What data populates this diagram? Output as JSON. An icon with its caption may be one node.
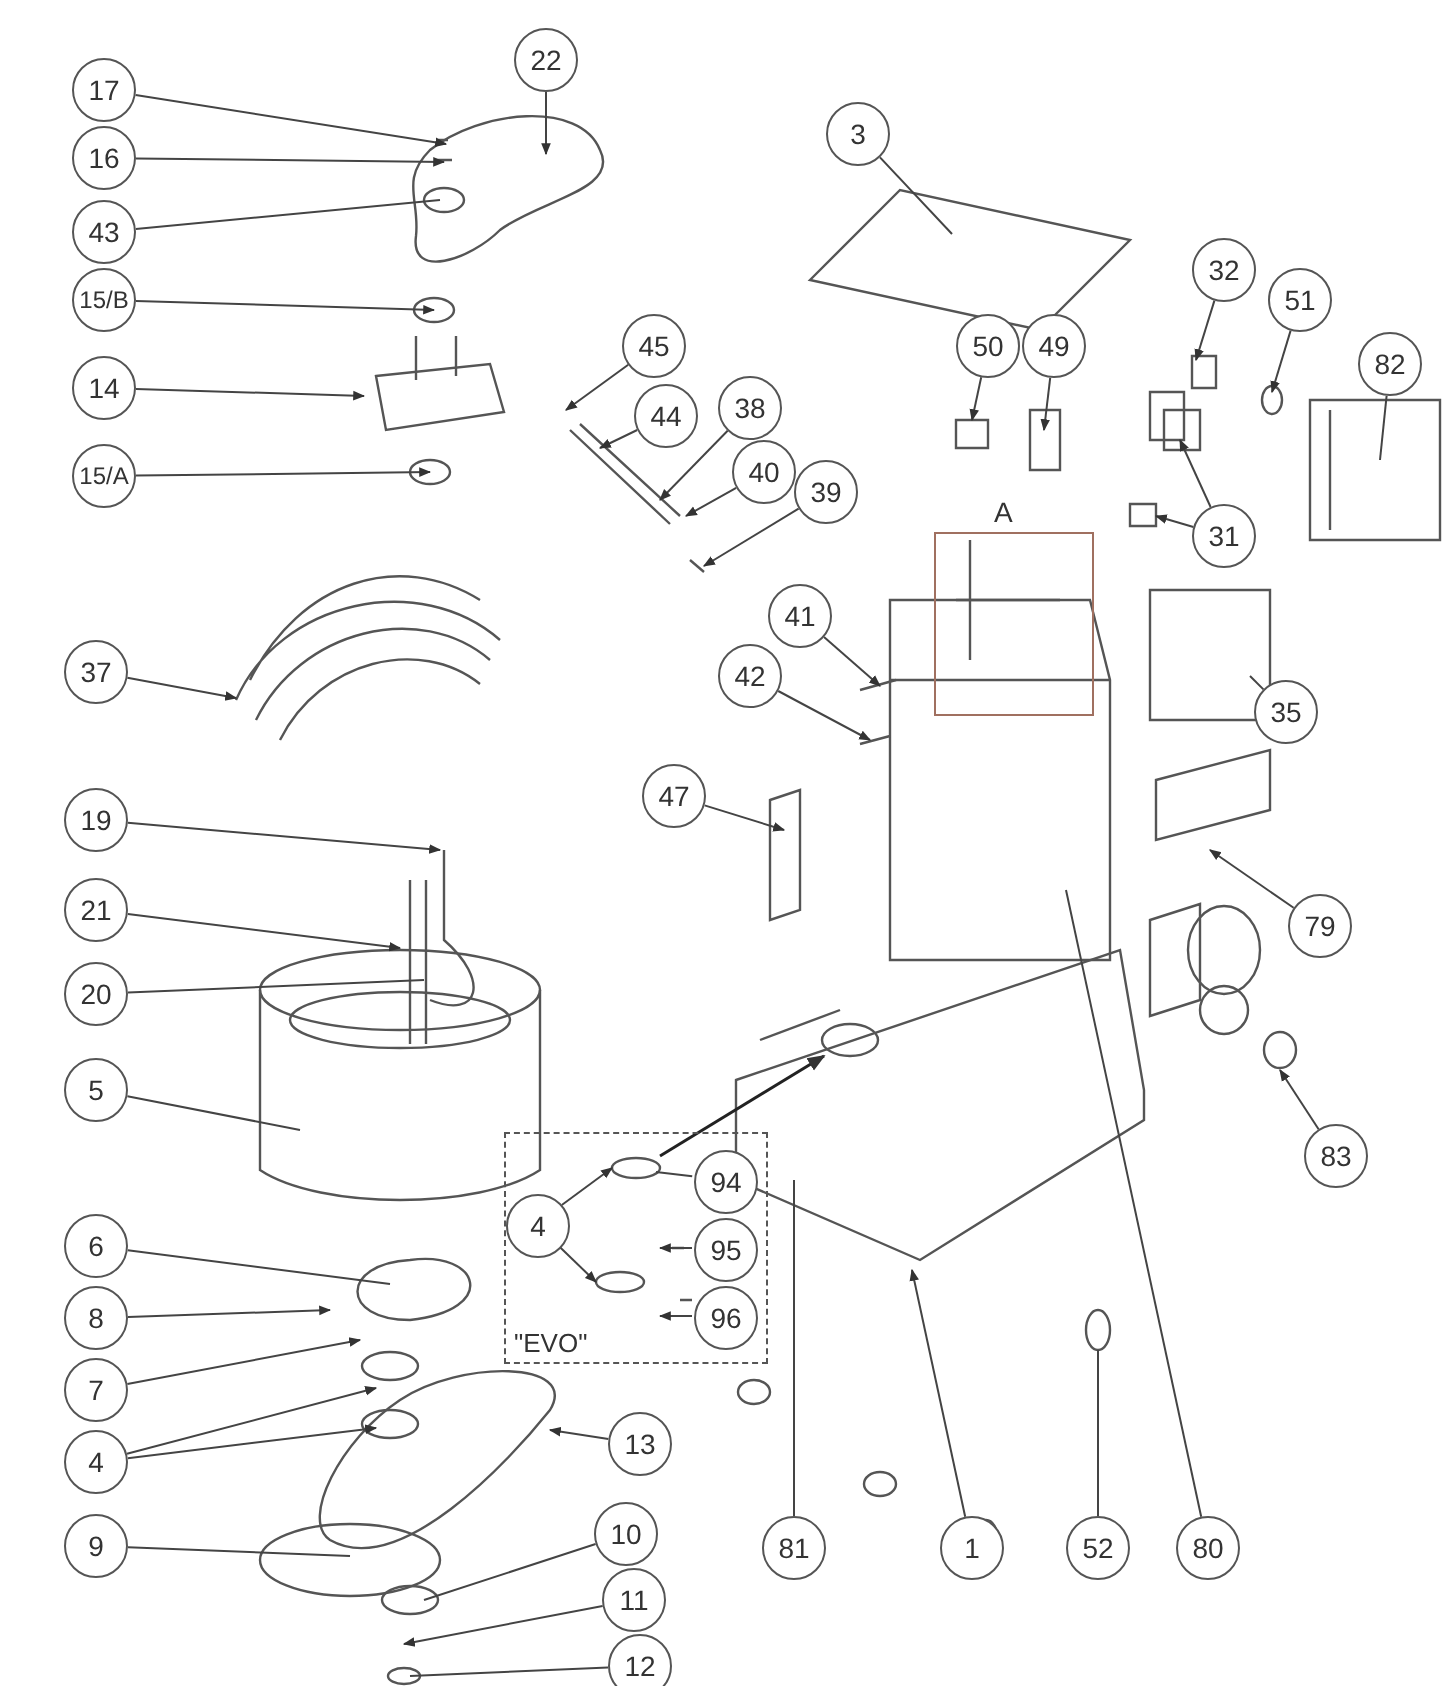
{
  "diagram": {
    "nodes": [
      {
        "text": [
          "17"
        ]
      },
      {
        "text": [
          "16"
        ]
      },
      {
        "text": [
          "43"
        ]
      },
      {
        "text": [
          "22"
        ]
      },
      {
        "text": [
          "15/B"
        ]
      },
      {
        "text": [
          "14"
        ]
      },
      {
        "text": [
          "15/A"
        ]
      },
      {
        "text": [
          "45"
        ]
      },
      {
        "text": [
          "44"
        ]
      },
      {
        "text": [
          "38"
        ]
      },
      {
        "text": [
          "40"
        ]
      },
      {
        "text": [
          "39"
        ]
      },
      {
        "text": [
          "3"
        ]
      },
      {
        "text": [
          "50"
        ]
      },
      {
        "text": [
          "49"
        ]
      },
      {
        "text": [
          "A"
        ]
      },
      {
        "text": [
          "32"
        ]
      },
      {
        "text": [
          "51"
        ]
      },
      {
        "text": [
          "82"
        ]
      },
      {
        "text": [
          "31"
        ]
      },
      {
        "text": [
          "35"
        ]
      },
      {
        "text": [
          "37"
        ]
      },
      {
        "text": [
          "41"
        ]
      },
      {
        "text": [
          "42"
        ]
      },
      {
        "text": [
          "47"
        ]
      },
      {
        "text": [
          "19"
        ]
      },
      {
        "text": [
          "21"
        ]
      },
      {
        "text": [
          "20"
        ]
      },
      {
        "text": [
          "5"
        ]
      },
      {
        "text": [
          "79"
        ]
      },
      {
        "text": [
          "83"
        ]
      },
      {
        "text": [
          "80"
        ]
      },
      {
        "text": [
          "\"EVO\""
        ]
      },
      {
        "text": [
          "4"
        ],
        "in": 32
      },
      {
        "text": [
          "94"
        ],
        "in": 32
      },
      {
        "text": [
          "95"
        ],
        "in": 32
      },
      {
        "text": [
          "96"
        ],
        "in": 32
      },
      {
        "text": [
          "6"
        ]
      },
      {
        "text": [
          "8"
        ]
      },
      {
        "text": [
          "7"
        ]
      },
      {
        "text": [
          "4"
        ]
      },
      {
        "text": [
          "13"
        ]
      },
      {
        "text": [
          "9"
        ]
      },
      {
        "text": [
          "10"
        ]
      },
      {
        "text": [
          "11"
        ]
      },
      {
        "text": [
          "12"
        ]
      },
      {
        "text": [
          "81"
        ]
      },
      {
        "text": [
          "1"
        ]
      },
      {
        "text": [
          "52"
        ]
      }
    ],
    "edges": [
      {
        "from": 0,
        "to": null,
        "arrow": "to"
      },
      {
        "from": 1,
        "to": null,
        "arrow": "to"
      },
      {
        "from": 2,
        "to": null,
        "arrow": "none"
      },
      {
        "from": 3,
        "to": null,
        "arrow": "to"
      },
      {
        "from": 4,
        "to": null,
        "arrow": "to"
      },
      {
        "from": 5,
        "to": null,
        "arrow": "to"
      },
      {
        "from": 6,
        "to": null,
        "arrow": "to"
      },
      {
        "from": 7,
        "to": null,
        "arrow": "to"
      },
      {
        "from": 8,
        "to": null,
        "arrow": "to"
      },
      {
        "from": 9,
        "to": null,
        "arrow": "to"
      },
      {
        "from": 10,
        "to": null,
        "arrow": "to"
      },
      {
        "from": 11,
        "to": null,
        "arrow": "to"
      },
      {
        "from": 12,
        "to": null,
        "arrow": "none"
      },
      {
        "from": 13,
        "to": null,
        "arrow": "to"
      },
      {
        "from": 14,
        "to": null,
        "arrow": "to"
      },
      {
        "from": 16,
        "to": null,
        "arrow": "to"
      },
      {
        "from": 17,
        "to": null,
        "arrow": "to"
      },
      {
        "from": 18,
        "to": null,
        "arrow": "none"
      },
      {
        "from": 19,
        "to": null,
        "arrow": "to"
      },
      {
        "from": 19,
        "to": null,
        "arrow": "to"
      },
      {
        "from": 20,
        "to": null,
        "arrow": "none"
      },
      {
        "from": 21,
        "to": null,
        "arrow": "to"
      },
      {
        "from": 22,
        "to": null,
        "arrow": "to"
      },
      {
        "from": 23,
        "to": null,
        "arrow": "to"
      },
      {
        "from": 24,
        "to": null,
        "arrow": "to"
      },
      {
        "from": 25,
        "to": null,
        "arrow": "to"
      },
      {
        "from": 26,
        "to": null,
        "arrow": "to"
      },
      {
        "from": 27,
        "to": null,
        "arrow": "none"
      },
      {
        "from": 28,
        "to": null,
        "arrow": "none"
      },
      {
        "from": 29,
        "to": null,
        "arrow": "to"
      },
      {
        "from": 30,
        "to": null,
        "arrow": "to"
      },
      {
        "from": 31,
        "to": null,
        "arrow": "none"
      },
      {
        "from": 33,
        "to": null,
        "arrow": "to"
      },
      {
        "from": 33,
        "to": null,
        "arrow": "to"
      },
      {
        "from": 34,
        "to": null,
        "arrow": "none"
      },
      {
        "from": 35,
        "to": null,
        "arrow": "to"
      },
      {
        "from": 36,
        "to": null,
        "arrow": "to"
      },
      {
        "from": 37,
        "to": null,
        "arrow": "none"
      },
      {
        "from": 38,
        "to": null,
        "arrow": "to"
      },
      {
        "from": 39,
        "to": null,
        "arrow": "to"
      },
      {
        "from": 40,
        "to": null,
        "arrow": "to"
      },
      {
        "from": 40,
        "to": null,
        "arrow": "to"
      },
      {
        "from": 41,
        "to": null,
        "arrow": "to"
      },
      {
        "from": 42,
        "to": null,
        "arrow": "none"
      },
      {
        "from": 43,
        "to": null,
        "arrow": "none"
      },
      {
        "from": 44,
        "to": null,
        "arrow": "to"
      },
      {
        "from": 45,
        "to": null,
        "arrow": "none"
      },
      {
        "from": 46,
        "to": null,
        "arrow": "none"
      },
      {
        "from": 47,
        "to": null,
        "arrow": "to"
      },
      {
        "from": 48,
        "to": null,
        "arrow": "none"
      }
    ]
  }
}
